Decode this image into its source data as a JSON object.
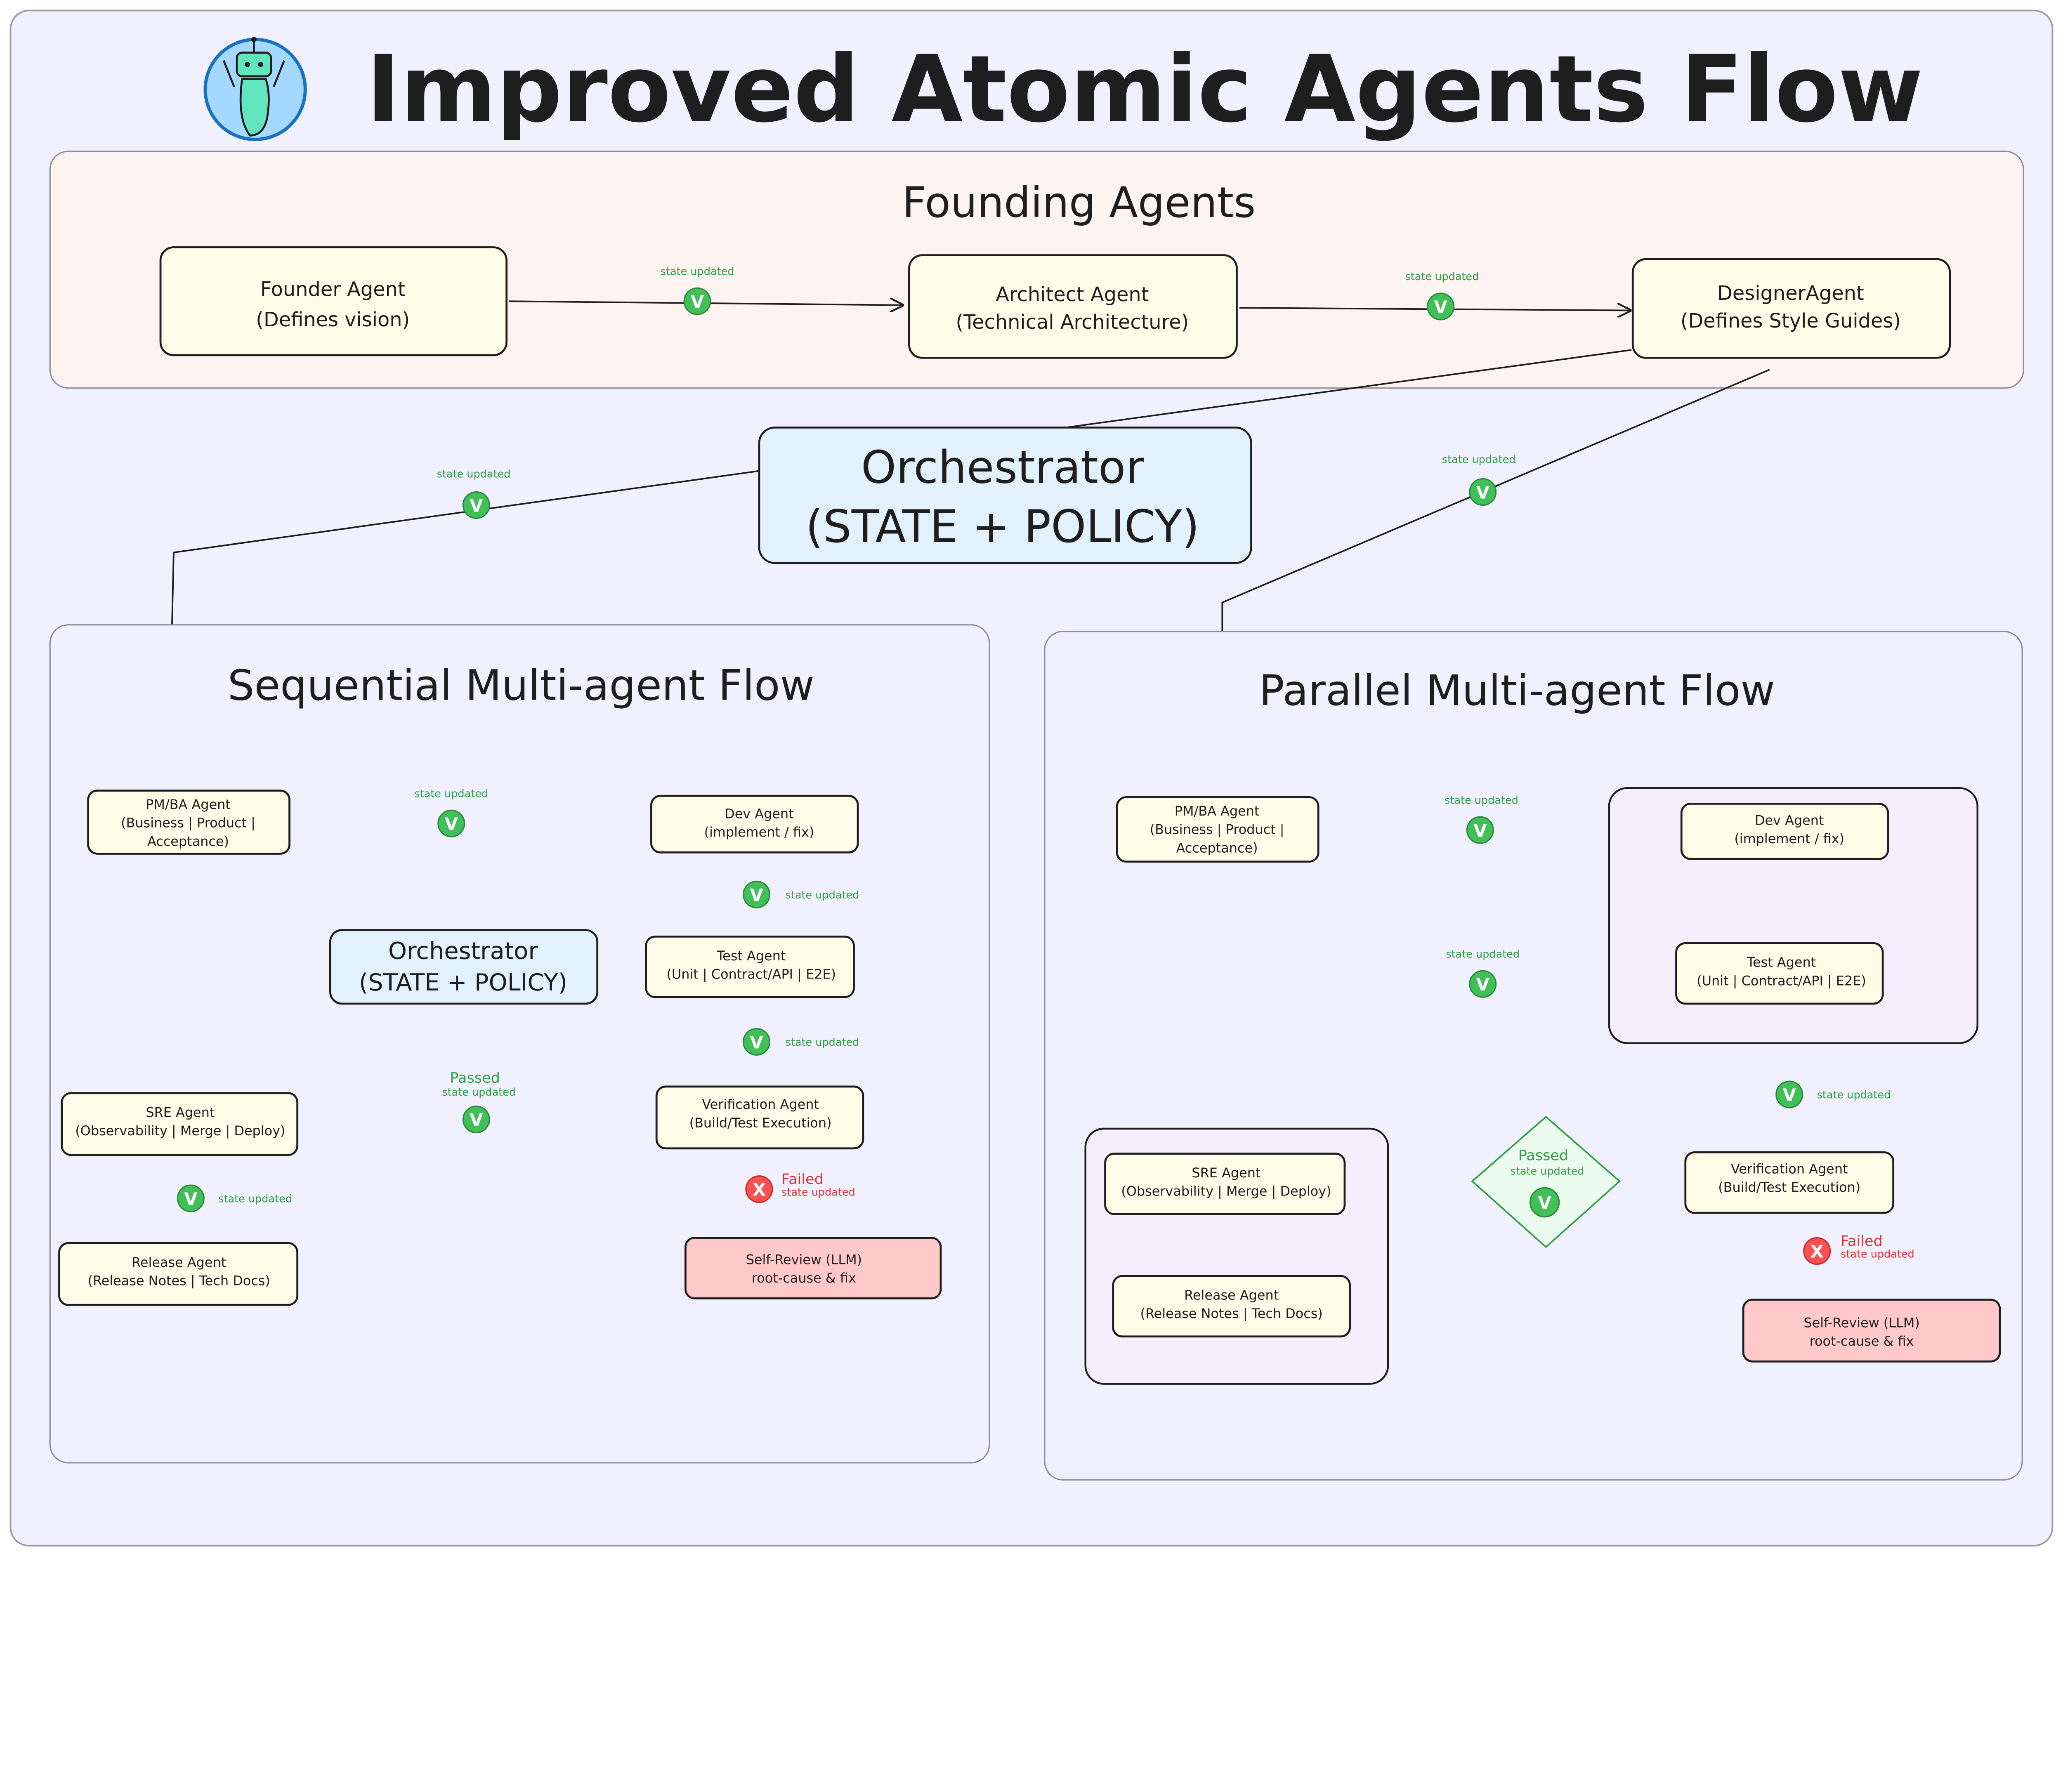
{
  "title": "Improved Atomic Agents Flow",
  "logo_icon": "robot-icon",
  "colors": {
    "background": "#f1f0fe",
    "agent_fill": "#fffde8",
    "orchestrator_fill": "#e3f1fd",
    "self_review_fill": "#ffc9c9",
    "success": "#40c057",
    "failure": "#fa5252",
    "founding_panel_fill": "#fdf3f1"
  },
  "labels": {
    "state_updated": "state updated",
    "passed": "Passed",
    "failed": "Failed",
    "check": "V",
    "cross": "X"
  },
  "founding": {
    "title": "Founding Agents",
    "founder": {
      "name": "Founder Agent",
      "desc": "(Defines vision)"
    },
    "architect": {
      "name": "Architect Agent",
      "desc": "(Technical Architecture)"
    },
    "designer": {
      "name": "DesignerAgent",
      "desc": "(Defines Style Guides)"
    }
  },
  "orchestrator": {
    "line1": "Orchestrator",
    "line2": "(STATE + POLICY)"
  },
  "sequential": {
    "title": "Sequential Multi-agent Flow",
    "pmba": {
      "l1": "PM/BA Agent",
      "l2": "(Business | Product |",
      "l3": "Acceptance)"
    },
    "dev": {
      "l1": "Dev Agent",
      "l2": "(implement / fix)"
    },
    "test": {
      "l1": "Test Agent",
      "l2": "(Unit | Contract/API | E2E)"
    },
    "verification": {
      "l1": "Verification Agent",
      "l2": "(Build/Test Execution)"
    },
    "sre": {
      "l1": "SRE Agent",
      "l2": "(Observability | Merge | Deploy)"
    },
    "release": {
      "l1": "Release Agent",
      "l2": "(Release Notes | Tech Docs)"
    },
    "self_review": {
      "l1": "Self-Review (LLM)",
      "l2": "root-cause & fix"
    }
  },
  "parallel": {
    "title": "Parallel Multi-agent Flow",
    "pmba": {
      "l1": "PM/BA Agent",
      "l2": "(Business | Product |",
      "l3": "Acceptance)"
    },
    "dev": {
      "l1": "Dev Agent",
      "l2": "(implement / fix)"
    },
    "test": {
      "l1": "Test Agent",
      "l2": "(Unit | Contract/API | E2E)"
    },
    "verification": {
      "l1": "Verification Agent",
      "l2": "(Build/Test Execution)"
    },
    "sre": {
      "l1": "SRE Agent",
      "l2": "(Observability | Merge | Deploy)"
    },
    "release": {
      "l1": "Release Agent",
      "l2": "(Release Notes | Tech Docs)"
    },
    "self_review": {
      "l1": "Self-Review (LLM)",
      "l2": "root-cause & fix"
    }
  }
}
